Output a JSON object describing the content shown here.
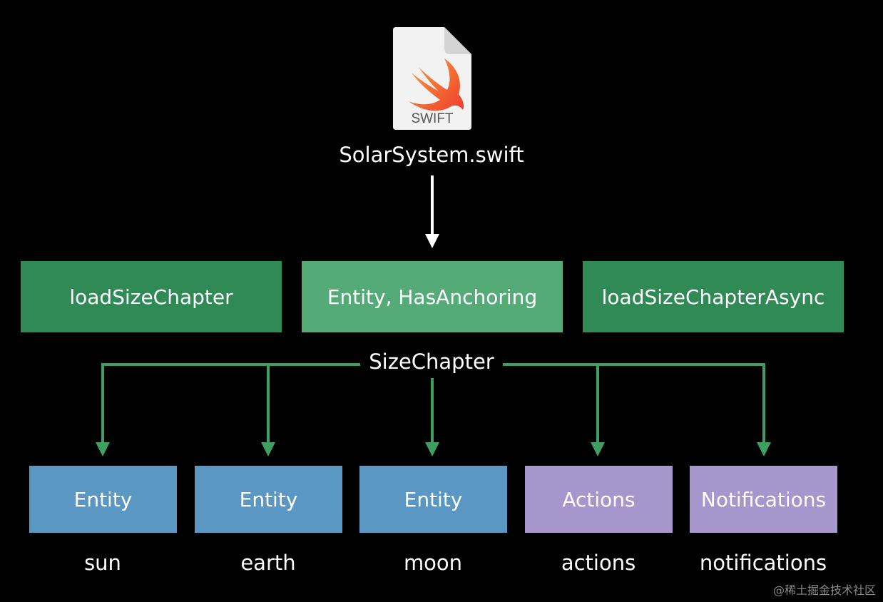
{
  "file": {
    "icon_label": "SWIFT",
    "icon_name": "swift-file-icon",
    "name": "SolarSystem.swift"
  },
  "generated_items": [
    {
      "label": "loadSizeChapter",
      "style": "dark-green"
    },
    {
      "label": "Entity, HasAnchoring",
      "style": "light-green"
    },
    {
      "label": "loadSizeChapterAsync",
      "style": "dark-green"
    }
  ],
  "group_label": "SizeChapter",
  "properties": [
    {
      "type_label": "Entity",
      "name": "sun",
      "kind": "entity"
    },
    {
      "type_label": "Entity",
      "name": "earth",
      "kind": "entity"
    },
    {
      "type_label": "Entity",
      "name": "moon",
      "kind": "entity"
    },
    {
      "type_label": "Actions",
      "name": "actions",
      "kind": "actions"
    },
    {
      "type_label": "Notifications",
      "name": "notifications",
      "kind": "notifications"
    }
  ],
  "watermark": "@稀土掘金技术社区",
  "colors": {
    "background": "#000000",
    "dark_green": "#2f8a55",
    "light_green": "#55ab78",
    "connector_green": "#3f9e62",
    "entity_blue": "#5a97c2",
    "other_purple": "#a796cc",
    "swift_orange": "#f05138"
  }
}
